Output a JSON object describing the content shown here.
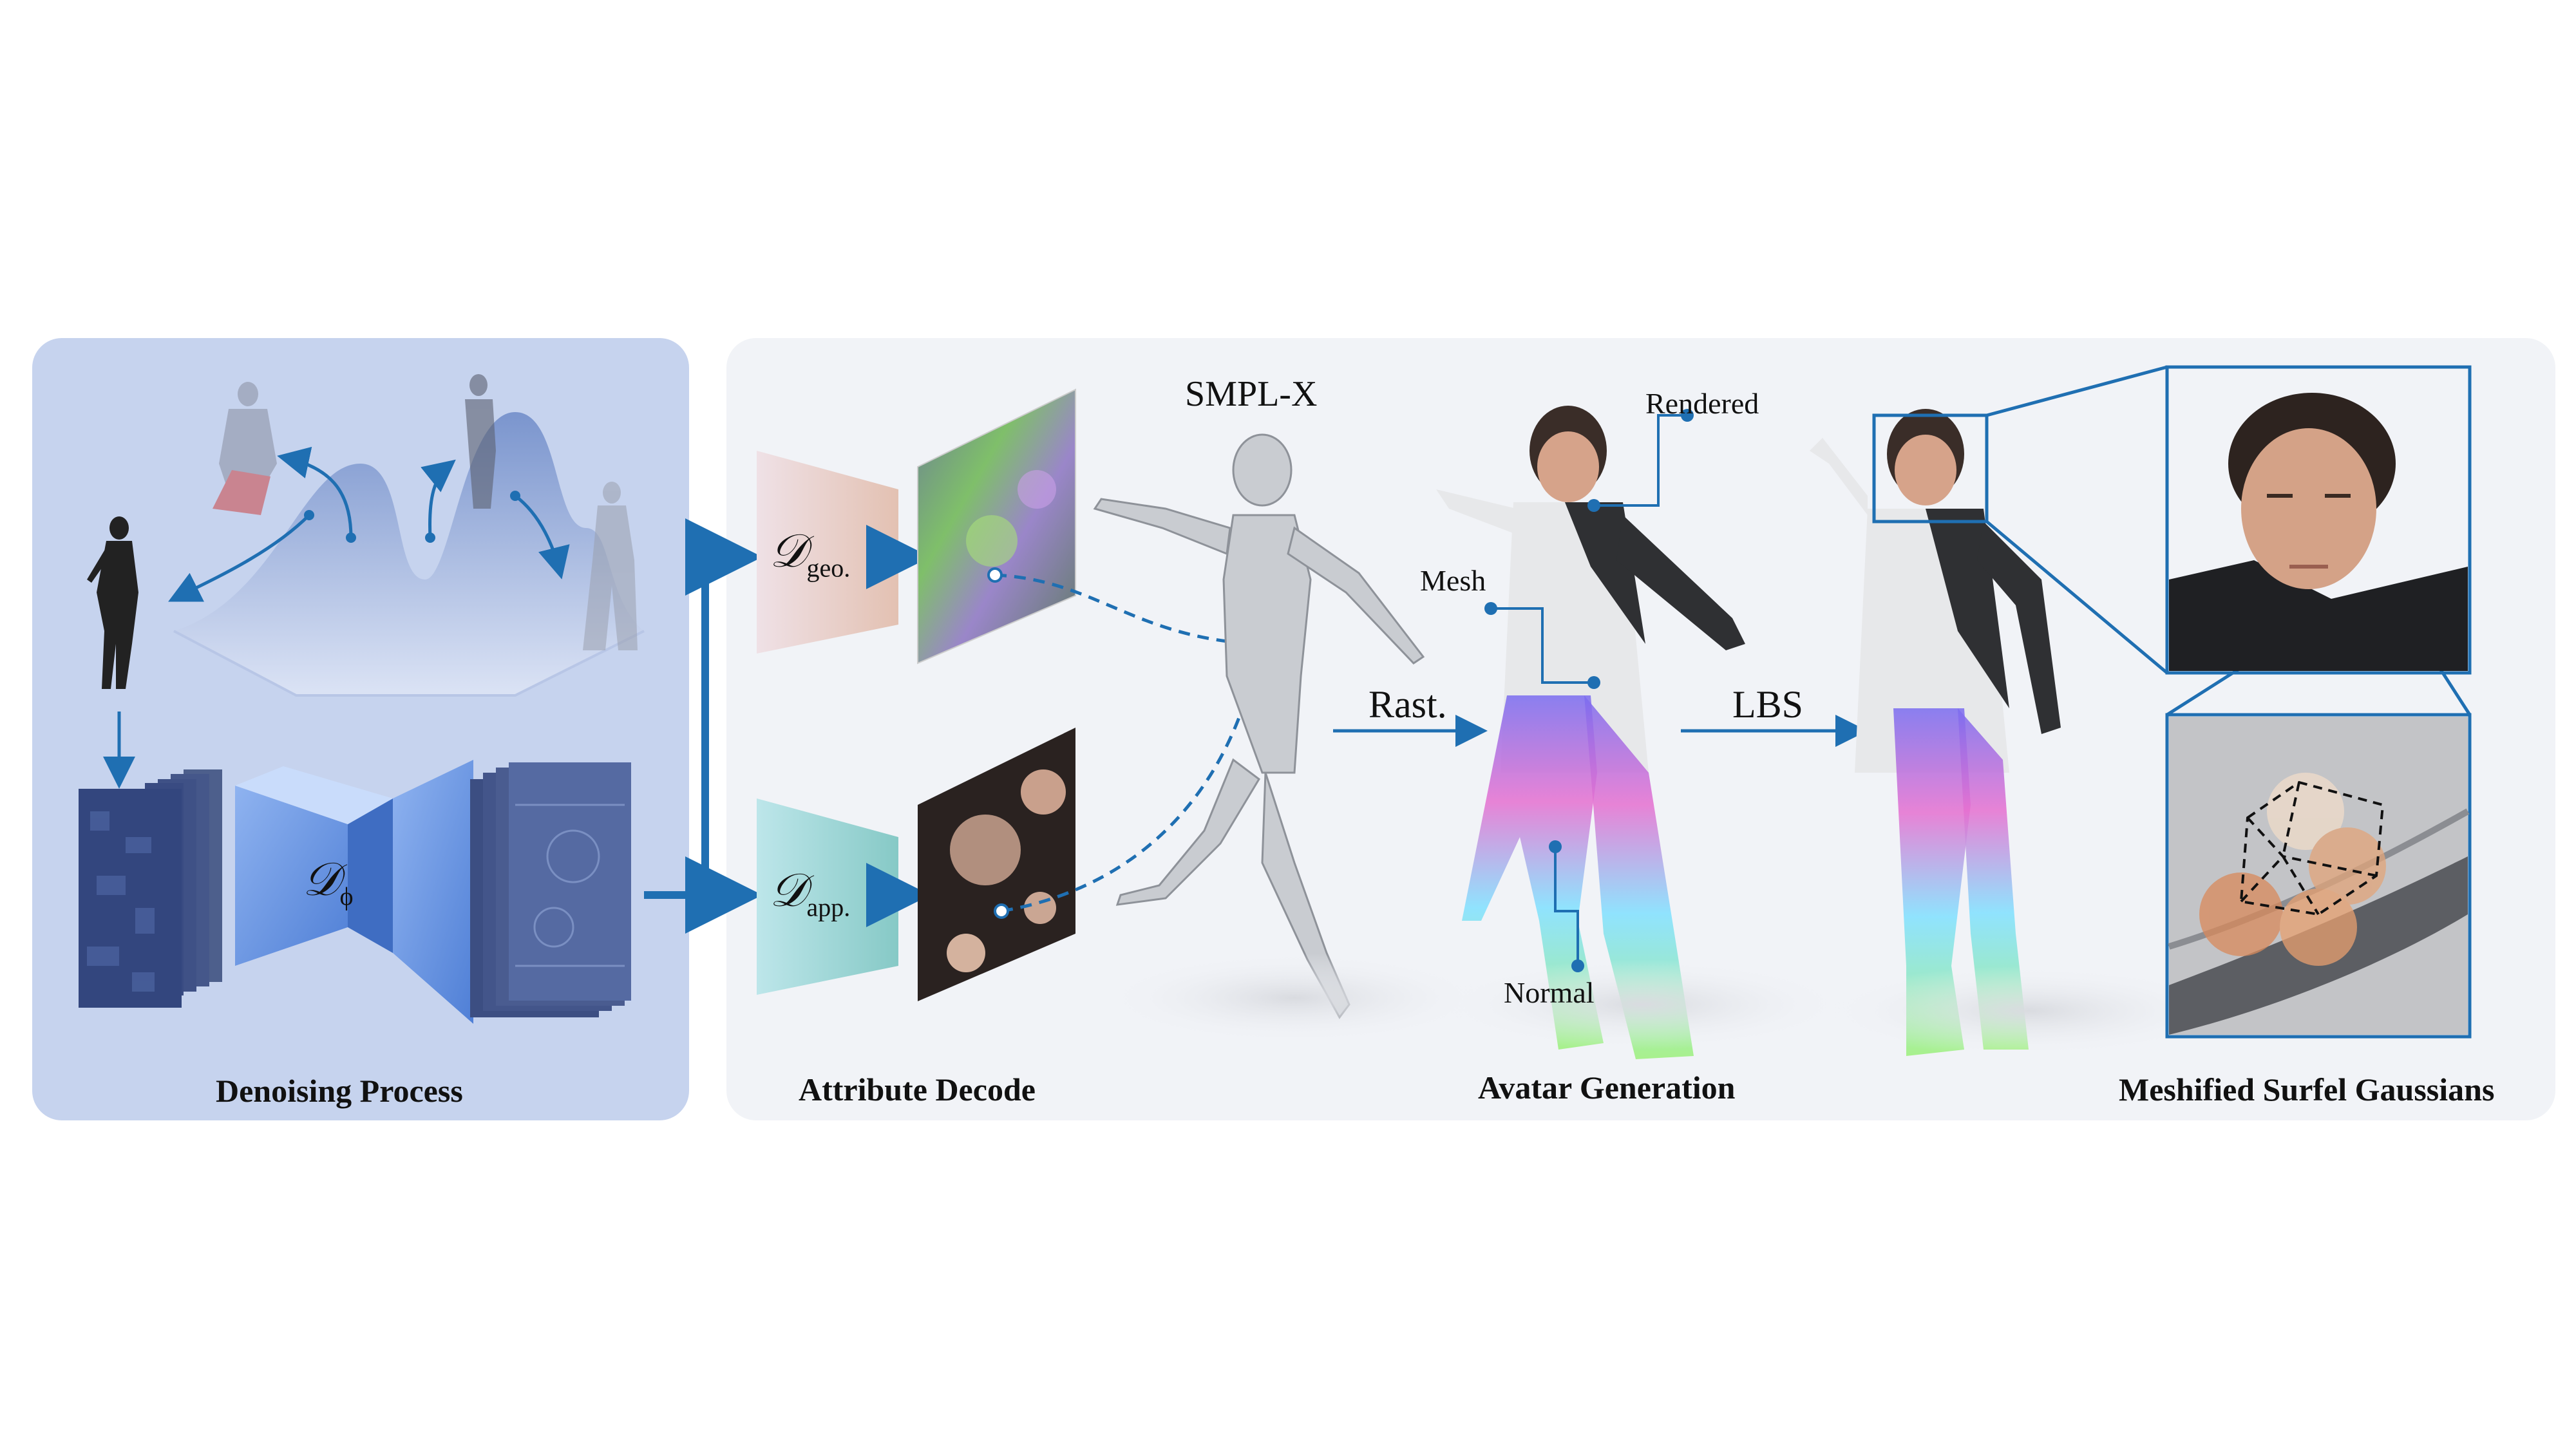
{
  "sections": {
    "denoising": "Denoising Process",
    "attribute_decode": "Attribute Decode",
    "avatar_generation": "Avatar Generation",
    "meshified": "Meshified Surfel Gaussians"
  },
  "labels": {
    "smplx": "SMPL-X",
    "rast": "Rast.",
    "lbs": "LBS",
    "rendered": "Rendered",
    "mesh": "Mesh",
    "normal": "Normal"
  },
  "decoders": {
    "phi_symbol": "𝒟",
    "phi_sub": "ϕ",
    "geo_symbol": "𝒟",
    "geo_sub": "geo.",
    "app_symbol": "𝒟",
    "app_sub": "app."
  },
  "colors": {
    "accent": "#1f6fb2",
    "left_panel": "#c6d3ee",
    "right_panel": "#f1f3f7"
  }
}
